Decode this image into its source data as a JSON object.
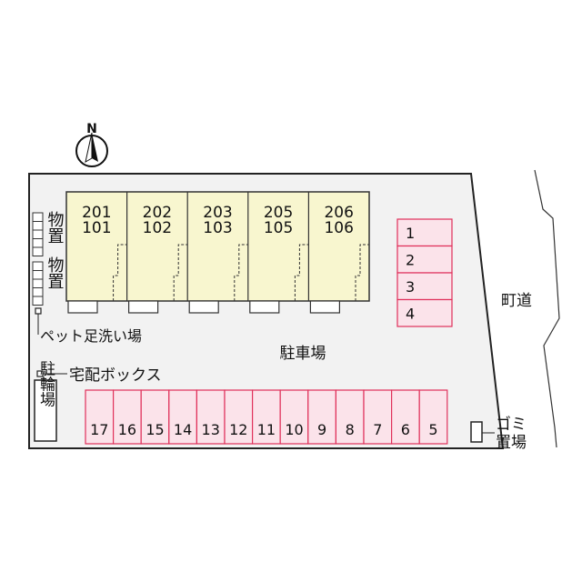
{
  "compass": {
    "label": "N"
  },
  "building": {
    "units": [
      {
        "upper": "201",
        "lower": "101"
      },
      {
        "upper": "202",
        "lower": "102"
      },
      {
        "upper": "203",
        "lower": "103"
      },
      {
        "upper": "205",
        "lower": "105"
      },
      {
        "upper": "206",
        "lower": "106"
      }
    ]
  },
  "storage": {
    "label_top": "物置",
    "label_bottom": "物置"
  },
  "pet_wash": {
    "label": "ペット足洗い場"
  },
  "parking": {
    "label": "駐車場"
  },
  "delivery_box": {
    "label": "宅配ボックス"
  },
  "bicycle_parking": {
    "label": "駐輪場"
  },
  "road": {
    "label": "町道"
  },
  "garbage": {
    "line1": "ゴミ",
    "line2": "置場"
  },
  "parking_right": [
    "1",
    "2",
    "3",
    "4"
  ],
  "parking_bottom": [
    "17",
    "16",
    "15",
    "14",
    "13",
    "12",
    "11",
    "10",
    "9",
    "8",
    "7",
    "6",
    "5"
  ],
  "colors": {
    "lot_fill": "#f2f2f2",
    "building_fill": "#f8f6cf",
    "parking_fill": "#fbe3ea",
    "parking_stroke": "#e0305a",
    "outline": "#222222"
  }
}
